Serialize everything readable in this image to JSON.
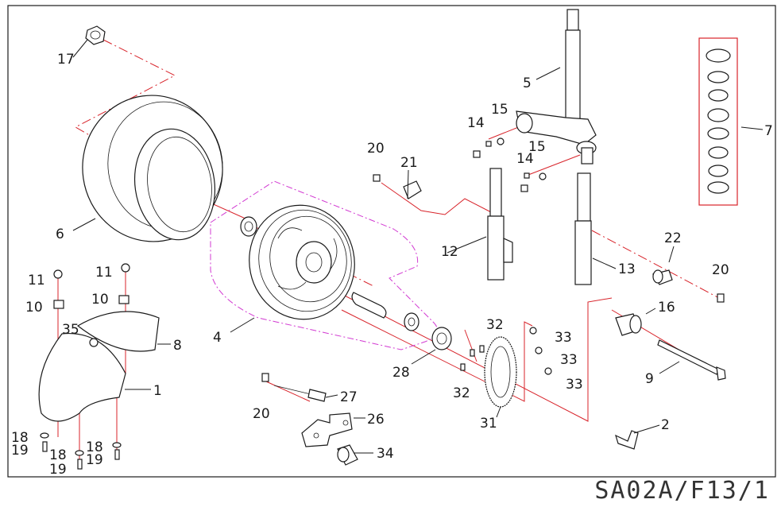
{
  "drawing_id": "SA02A/F13/1",
  "callouts": {
    "p1": "1",
    "p2": "2",
    "p4": "4",
    "p5": "5",
    "p6": "6",
    "p7": "7",
    "p8": "8",
    "p9": "9",
    "p10a": "10",
    "p10b": "10",
    "p11a": "11",
    "p11b": "11",
    "p12": "12",
    "p13": "13",
    "p14a": "14",
    "p14b": "14",
    "p15a": "15",
    "p15b": "15",
    "p16": "16",
    "p17": "17",
    "p18a": "18",
    "p18b": "18",
    "p18c": "18",
    "p19a": "19",
    "p19b": "19",
    "p19c": "19",
    "p20a": "20",
    "p20b": "20",
    "p20c": "20",
    "p21": "21",
    "p22": "22",
    "p26": "26",
    "p27": "27",
    "p28": "28",
    "p31": "31",
    "p32a": "32",
    "p32b": "32",
    "p33a": "33",
    "p33b": "33",
    "p33c": "33",
    "p34": "34",
    "p35": "35"
  },
  "colors": {
    "line": "#1a1a1a",
    "axis": "#d8232a",
    "group_outline": "#d23ad2",
    "kit_box": "#d8232a"
  }
}
